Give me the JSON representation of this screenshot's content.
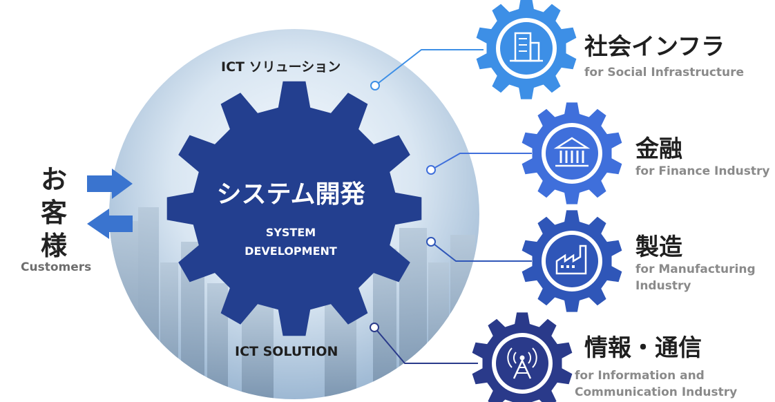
{
  "center": {
    "ict_label_top": "ICT ソリューション",
    "title_jp": "システム開発",
    "title_en_line1": "SYSTEM",
    "title_en_line2": "DEVELOPMENT",
    "ict_label_bottom": "ICT SOLUTION"
  },
  "customers": {
    "label_jp": "お客様",
    "label_en": "Customers"
  },
  "industries": [
    {
      "name_jp": "社会インフラ",
      "name_en": "for Social Infrastructure",
      "icon": "building-icon",
      "color": "#3d8fe6"
    },
    {
      "name_jp": "金融",
      "name_en": "for Finance Industry",
      "icon": "bank-icon",
      "color": "#3f6fdb"
    },
    {
      "name_jp": "製造",
      "name_en": "for Manufacturing Industry",
      "icon": "factory-icon",
      "color": "#2f56b8"
    },
    {
      "name_jp": "情報・通信",
      "name_en": "for Information and Communication Industry",
      "icon": "antenna-tower-icon",
      "color": "#2a3a8a"
    }
  ],
  "colors": {
    "main_gear": "#233f8f",
    "arrow": "#3a74cf",
    "sky_light": "#eef4fa",
    "sky_dark": "#7f9fbf"
  }
}
